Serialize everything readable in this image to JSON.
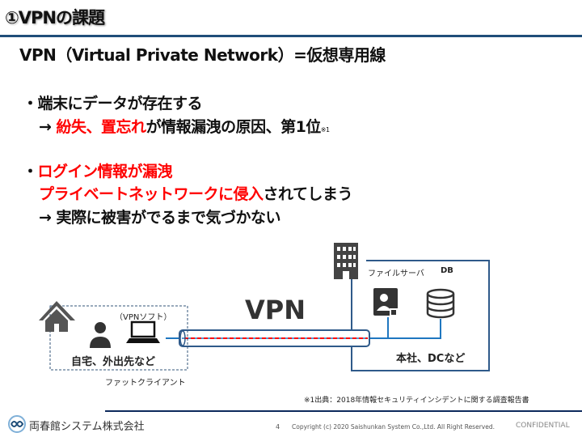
{
  "title": "①VPNの課題",
  "subtitle": "VPN（Virtual Private Network）=仮想専用線",
  "bullet1": {
    "marker": "・",
    "line1": "端末にデータが存在する",
    "line2_arrow": "→ ",
    "line2_red": "紛失、置忘れ",
    "line2_rest": "が情報漏洩の原因、第1位",
    "footnote_ref": "※1"
  },
  "bullet2": {
    "marker": "・",
    "line1_red": "ログイン情報が漏洩",
    "line2_red": "プライベートネットワークに侵入",
    "line2_rest": "されてしまう",
    "line3": "→ 実際に被害がでるまで気づかない"
  },
  "diagram": {
    "vpn_label": "VPN",
    "vpn_soft": "（VPNソフト）",
    "home_label": "自宅、外出先など",
    "fat_client": "ファットクライアント",
    "file_server": "ファイルサーバ",
    "db": "DB",
    "hq_label": "本社、DCなど"
  },
  "source_note": "※1出典：2018年情報セキュリティインシデントに関する調査報告書",
  "footer": {
    "company": "両春館システム株式会社",
    "page": "4",
    "copyright": "Copyright (c) 2020 Saishunkan System Co.,Ltd. All Right Reserved.",
    "confidential": "CONFIDENTIAL"
  },
  "colors": {
    "accent": "#1f4e79",
    "red": "#ff0000",
    "line": "#2f5a8a",
    "link": "#1f77c0"
  }
}
